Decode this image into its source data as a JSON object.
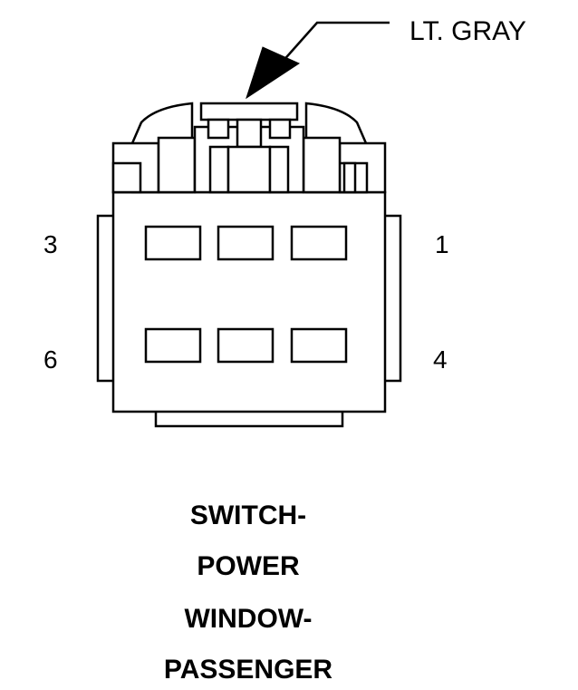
{
  "wire_color_label": "LT. GRAY",
  "pin_labels": {
    "top_left": "3",
    "top_right": "1",
    "bottom_left": "6",
    "bottom_right": "4"
  },
  "title_lines": [
    "SWITCH-",
    "POWER",
    "WINDOW-",
    "PASSENGER"
  ],
  "colors": {
    "line": "#000000",
    "background": "#ffffff"
  }
}
